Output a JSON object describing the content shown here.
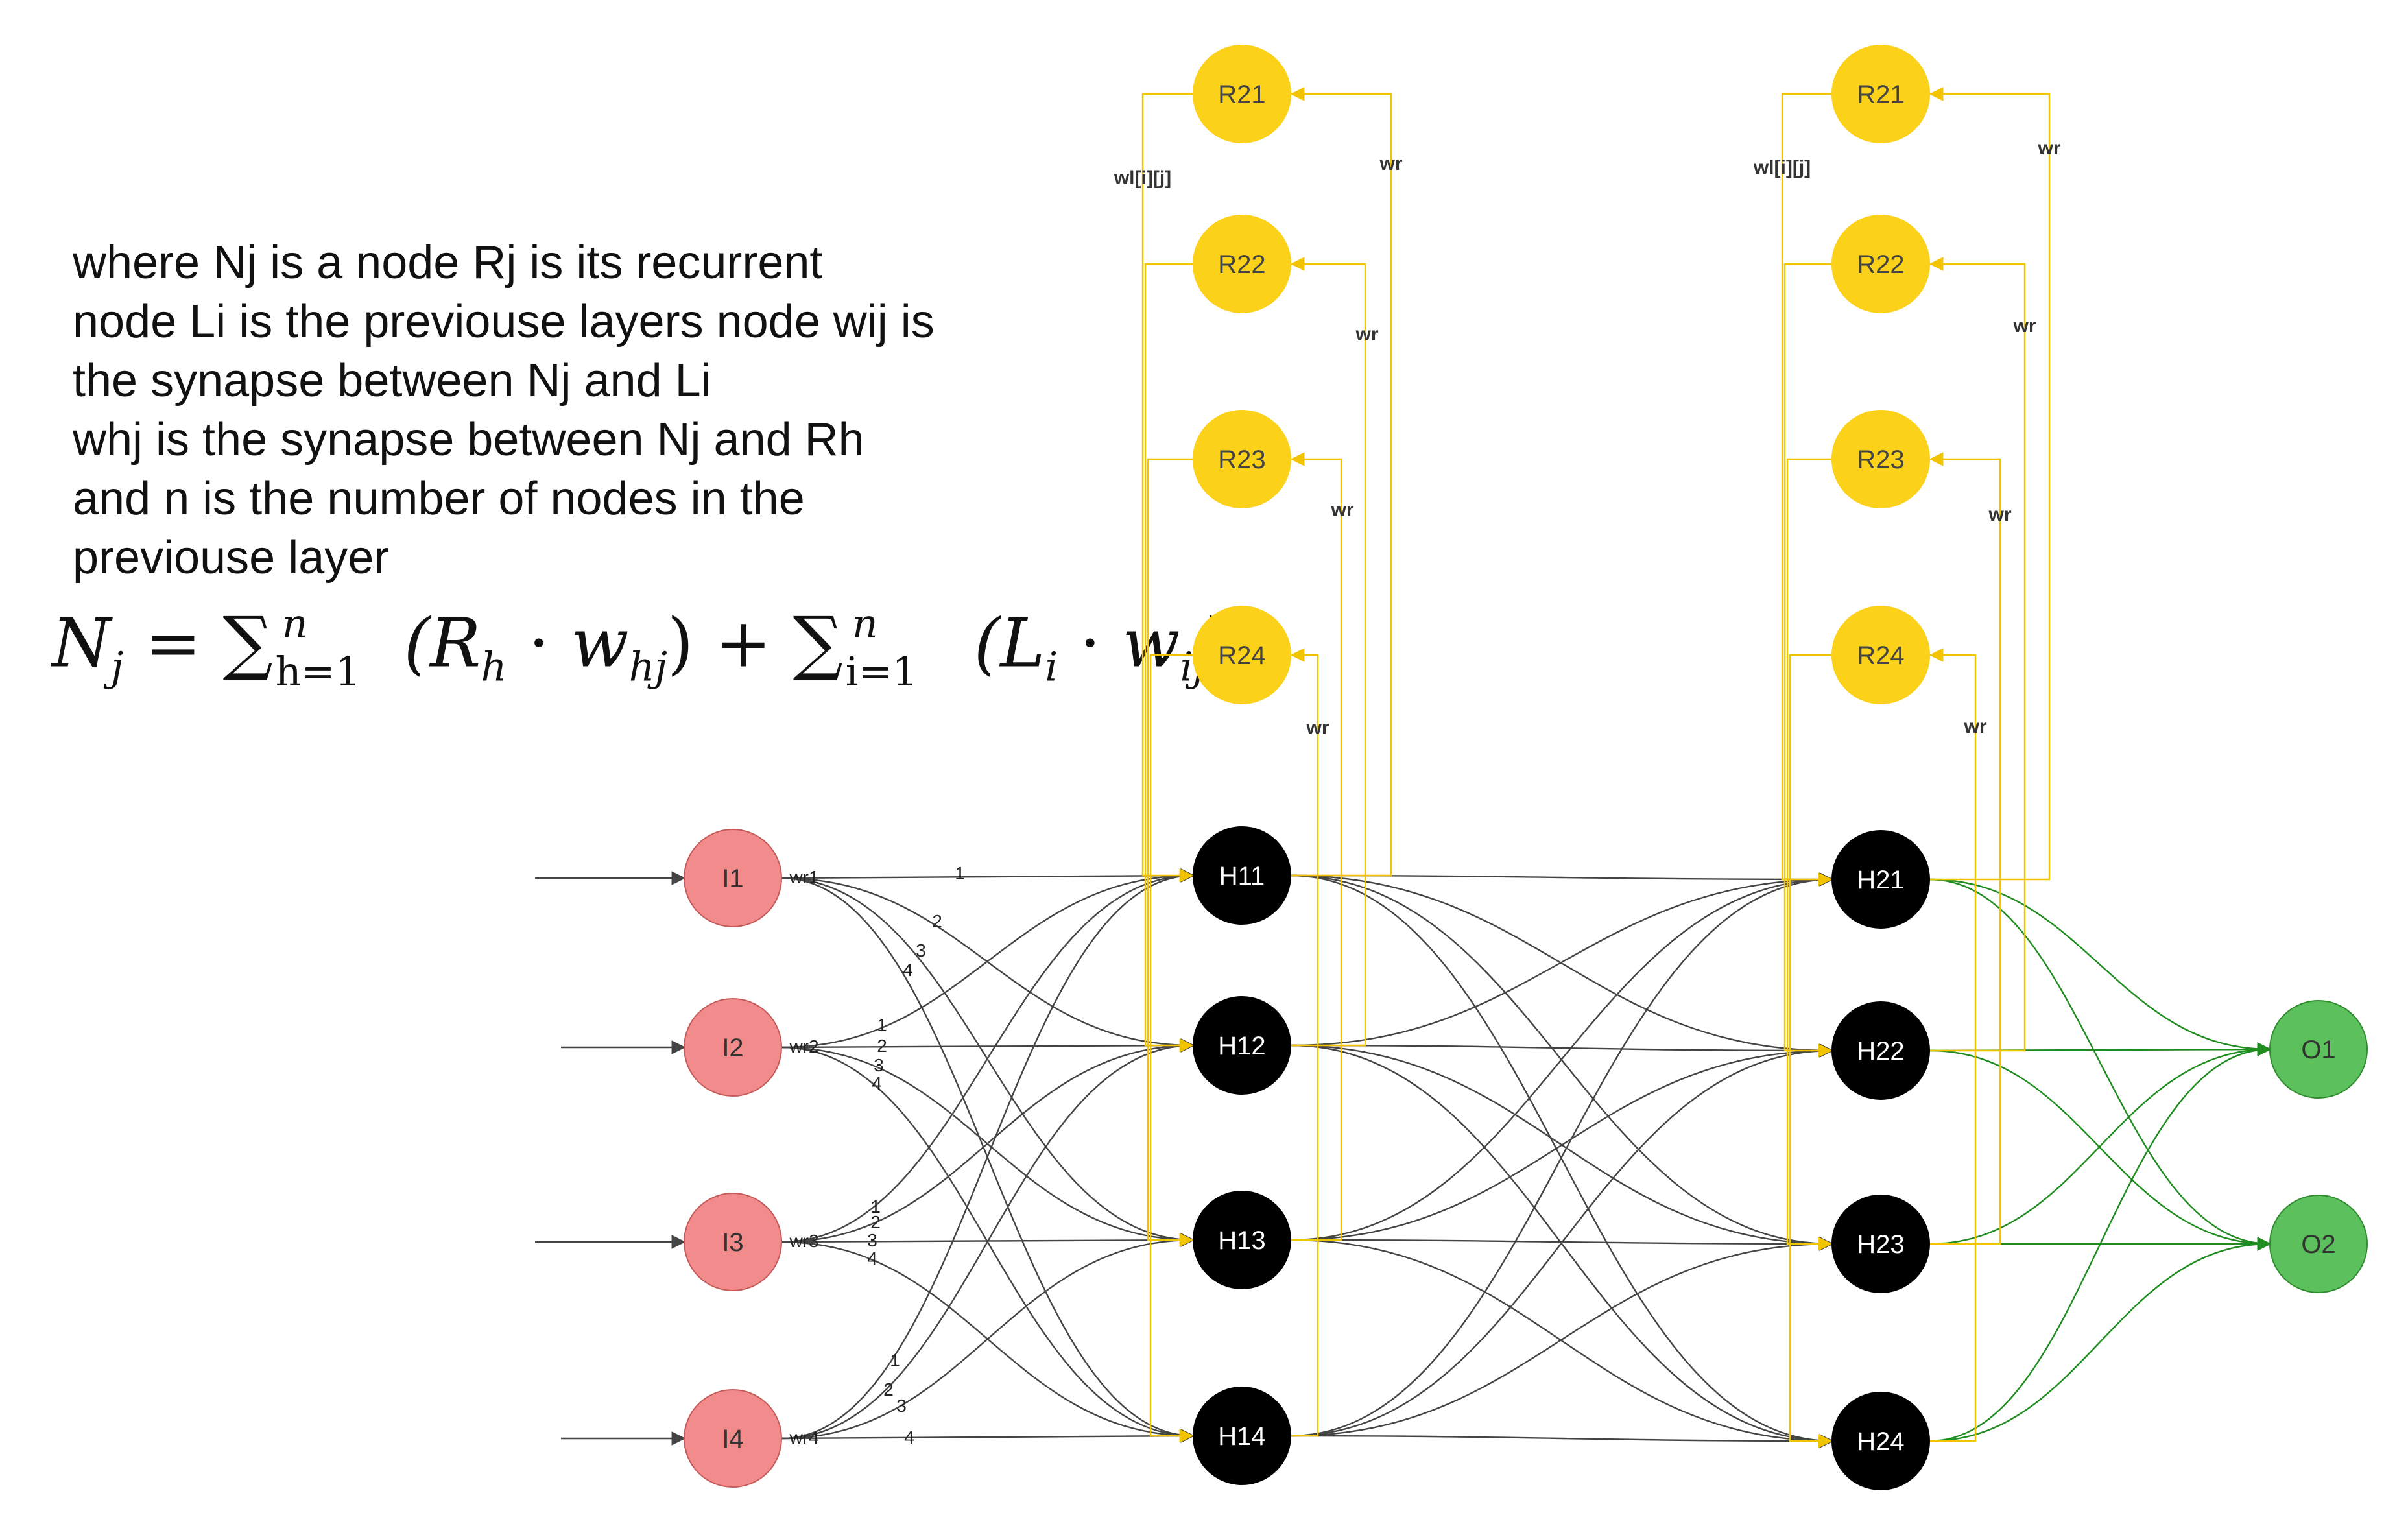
{
  "description_lines": [
    "where Nj is a node Rj is its recurrent",
    "node Li is the previouse layers node wij is",
    "the synapse between Nj and Li",
    "whj is the synapse between Nj and Rh",
    "and n is the number of nodes in the",
    "previouse layer"
  ],
  "formula": {
    "lhs": "N",
    "lhs_sub": "j",
    "eq": "=",
    "sum": "∑",
    "sum1_upper": "n",
    "sum1_lower": "h=1",
    "term1": "(R",
    "term1_sub": "h",
    "dot": "·",
    "term1_w": "w",
    "term1_w_sub": "hj",
    "close": ")",
    "plus": "+",
    "sum2_upper": "n",
    "sum2_lower": "i=1",
    "term2": "(L",
    "term2_sub": "i",
    "term2_w": "w",
    "term2_w_sub": "ij"
  },
  "colors": {
    "input": "#f28b8b",
    "hidden": "#000000",
    "recurrent": "#fbd11a",
    "output": "#5cc05c",
    "recurrent_edge": "#f2c400",
    "hidden_edge": "#444444",
    "output_edge": "#1e8c1e"
  },
  "nodes": {
    "inputs": [
      "I1",
      "I2",
      "I3",
      "I4"
    ],
    "hidden1": [
      "H11",
      "H12",
      "H13",
      "H14"
    ],
    "recurrent1": [
      "R21",
      "R22",
      "R23",
      "R24"
    ],
    "hidden2": [
      "H21",
      "H22",
      "H23",
      "H24"
    ],
    "recurrent2": [
      "R21",
      "R22",
      "R23",
      "R24"
    ],
    "outputs": [
      "O1",
      "O2"
    ]
  },
  "edge_labels": {
    "input_weights": [
      "wr1",
      "wr2",
      "wr3",
      "wr4"
    ],
    "fan_indices": [
      "1",
      "2",
      "3",
      "4"
    ],
    "recurrent_weight": "wr",
    "layer_weight": "wl[i][j]"
  }
}
